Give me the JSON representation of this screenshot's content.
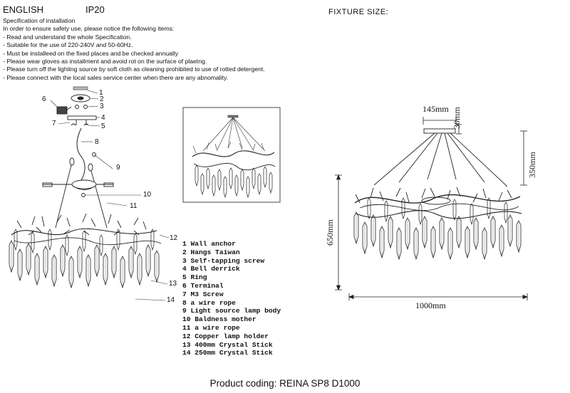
{
  "header": {
    "language": "ENGLISH",
    "ip_rating": "IP20",
    "fixture_size": "FIXTURE SIZE:"
  },
  "spec": {
    "title": "Specification of installation",
    "lines": [
      "In order to ensure safety use, please notice the following items:",
      "- Read and understand the whole Specification.",
      "- Suitable for the use of 220-240V and 50-60Hz.",
      "- Must be installeed on the fixed places and be checked annually",
      "- Please wear gloves as installment and avoid rot on the surface of plaetng.",
      "- Please turn off the lighitng source by soft cloth as cleaning prohibited to use of rotted detergent.",
      "- Please connect with the local sales service center when there are any abnomality."
    ]
  },
  "parts": [
    "1 Wall anchor",
    "2 Hangs Taiwan",
    "3 Self-tapping screw",
    "4 Bell derrick",
    "5 Ring",
    "6 Terminal",
    "7 M3 Screw",
    "8 a wire rope",
    "9 Light source lamp body",
    "10 Baldness mother",
    "11 a wire rope",
    "12 Copper lamp holder",
    "13 400mm Crystal Stick",
    "14 250mm Crystal Stick"
  ],
  "callouts": [
    "1",
    "2",
    "3",
    "4",
    "5",
    "6",
    "7",
    "8",
    "9",
    "10",
    "11",
    "12",
    "13",
    "14"
  ],
  "dimensions": {
    "canopy": "145mm",
    "canopy_height": "30mm",
    "drop": "350mm",
    "height": "650mm",
    "width": "1000mm"
  },
  "footer": {
    "product_coding": "Product coding: REINA SP8 D1000"
  }
}
